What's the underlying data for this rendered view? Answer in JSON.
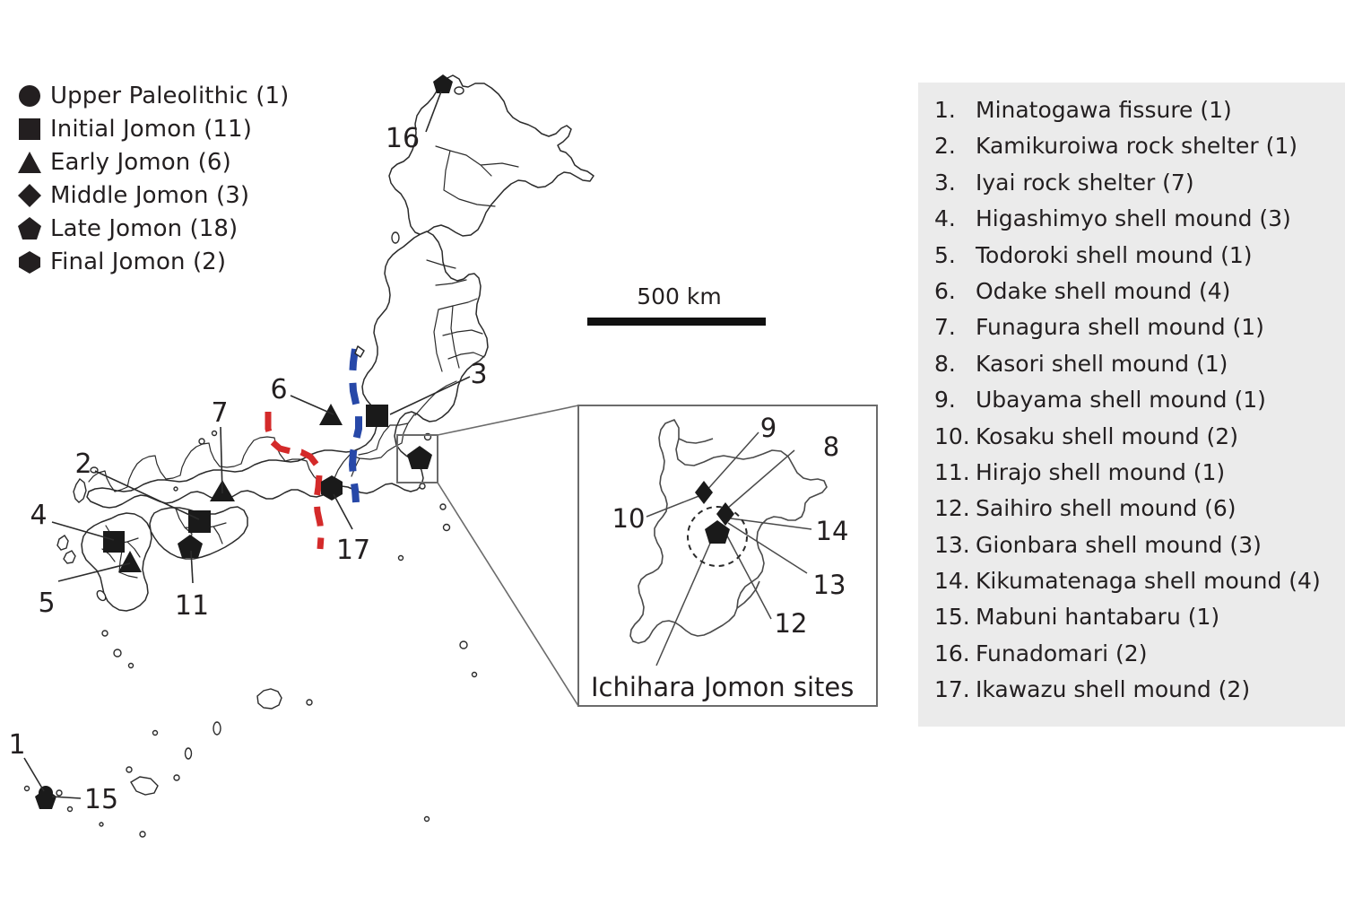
{
  "figure": {
    "type": "map",
    "region": "Japanese archipelago",
    "description": "Distribution map of Upper Paleolithic and Jomon archaeological sites in Japan with an inset of Ichihara Jomon sites"
  },
  "legend": {
    "title": "",
    "items": [
      {
        "shape": "circle",
        "label": "Upper Paleolithic (1)",
        "period": "Upper Paleolithic",
        "count": 1
      },
      {
        "shape": "square",
        "label": "Initial Jomon (11)",
        "period": "Initial Jomon",
        "count": 11
      },
      {
        "shape": "triangle",
        "label": "Early Jomon (6)",
        "period": "Early Jomon",
        "count": 6
      },
      {
        "shape": "diamond",
        "label": "Middle Jomon (3)",
        "period": "Middle Jomon",
        "count": 3
      },
      {
        "shape": "pentagon",
        "label": "Late Jomon (18)",
        "period": "Late Jomon",
        "count": 18
      },
      {
        "shape": "hexagon",
        "label": "Final Jomon (2)",
        "period": "Final Jomon",
        "count": 2
      }
    ]
  },
  "scale": {
    "label": "500 km",
    "value": 500,
    "unit": "km"
  },
  "sites": [
    {
      "num": "1.",
      "name": "Minatogawa fissure (1)",
      "marker": "pentagon"
    },
    {
      "num": "2.",
      "name": "Kamikuroiwa rock shelter (1)",
      "marker": "square"
    },
    {
      "num": "3.",
      "name": "Iyai rock shelter (7)",
      "marker": "square"
    },
    {
      "num": "4.",
      "name": "Higashimyo shell mound (3)",
      "marker": "square"
    },
    {
      "num": "5.",
      "name": "Todoroki shell mound (1)",
      "marker": "triangle"
    },
    {
      "num": "6.",
      "name": "Odake shell mound (4)",
      "marker": "triangle"
    },
    {
      "num": "7.",
      "name": "Funagura shell mound (1)",
      "marker": "triangle"
    },
    {
      "num": "8.",
      "name": "Kasori shell mound (1)",
      "marker": "diamond"
    },
    {
      "num": "9.",
      "name": "Ubayama shell mound (1)",
      "marker": "diamond"
    },
    {
      "num": "10.",
      "name": "Kosaku shell mound (2)",
      "marker": "diamond"
    },
    {
      "num": "11.",
      "name": "Hirajo shell mound (1)",
      "marker": "pentagon"
    },
    {
      "num": "12.",
      "name": "Saihiro shell mound (6)",
      "marker": "pentagon"
    },
    {
      "num": "13.",
      "name": "Gionbara shell mound (3)",
      "marker": "pentagon"
    },
    {
      "num": "14.",
      "name": "Kikumatenaga shell mound (4)",
      "marker": "pentagon"
    },
    {
      "num": "15.",
      "name": "Mabuni hantabaru (1)",
      "marker": "pentagon"
    },
    {
      "num": "16.",
      "name": "Funadomari (2)",
      "marker": "pentagon"
    },
    {
      "num": "17.",
      "name": "Ikawazu shell mound (2)",
      "marker": "hexagon"
    }
  ],
  "map_labels": {
    "n1": "1",
    "n2": "2",
    "n3": "3",
    "n4": "4",
    "n5": "5",
    "n6": "6",
    "n7": "7",
    "n11": "11",
    "n15": "15",
    "n16": "16",
    "n17": "17"
  },
  "inset": {
    "title": "Ichihara Jomon sites",
    "labels": {
      "n8": "8",
      "n9": "9",
      "n10": "10",
      "n12": "12",
      "n13": "13",
      "n14": "14"
    }
  },
  "colors": {
    "red_boundary": "#d42a2a",
    "blue_boundary": "#2748a8",
    "panel_background": "#ebebeb",
    "marker": "#1a1a1a",
    "coastline": "#2b2b2b"
  }
}
